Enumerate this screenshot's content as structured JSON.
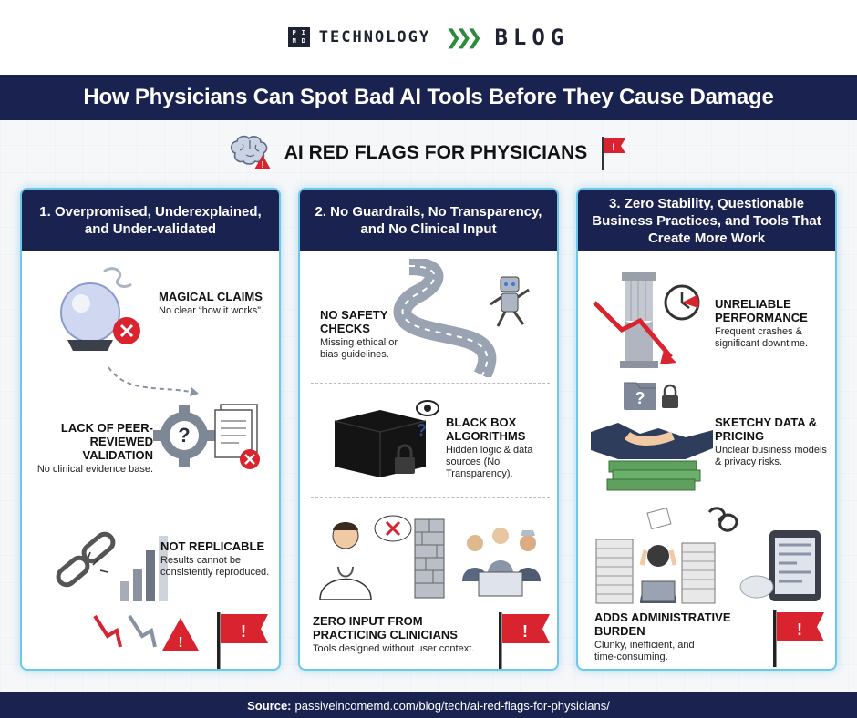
{
  "brand": {
    "logo_letters": [
      "P",
      "I",
      "M",
      "D"
    ],
    "technology": "TECHNOLOGY",
    "blog": "BLOG"
  },
  "title": "How Physicians Can Spot Bad AI Tools Before They Cause Damage",
  "subtitle": "AI RED FLAGS FOR PHYSICIANS",
  "colors": {
    "navy": "#1a2250",
    "accent_green": "#2e8b3e",
    "flag_red": "#d9232e",
    "panel_glow": "#6ec6ea"
  },
  "panels": [
    {
      "heading": "1. Overpromised, Underexplained, and Under-validated",
      "items": [
        {
          "title": "MAGICAL CLAIMS",
          "desc": "No clear “how it works”."
        },
        {
          "title": "LACK OF PEER-REVIEWED VALIDATION",
          "desc": "No clinical evidence base."
        },
        {
          "title": "NOT REPLICABLE",
          "desc": "Results cannot be consistently reproduced."
        }
      ]
    },
    {
      "heading": "2. No Guardrails, No Transparency, and No Clinical Input",
      "items": [
        {
          "title": "NO SAFETY CHECKS",
          "desc": "Missing ethical or bias guidelines."
        },
        {
          "title": "BLACK BOX ALGORITHMS",
          "desc": "Hidden logic & data sources (No Transparency)."
        },
        {
          "title": "ZERO INPUT FROM PRACTICING CLINICIANS",
          "desc": "Tools designed without user context."
        }
      ]
    },
    {
      "heading": "3. Zero Stability, Questionable Business Practices, and Tools That Create More Work",
      "items": [
        {
          "title": "UNRELIABLE PERFORMANCE",
          "desc": "Frequent crashes & significant downtime."
        },
        {
          "title": "SKETCHY DATA & PRICING",
          "desc": "Unclear business models & privacy risks."
        },
        {
          "title": "ADDS ADMINISTRATIVE BURDEN",
          "desc": "Clunky, inefficient, and time-consuming."
        }
      ]
    }
  ],
  "footer": {
    "label": "Source:",
    "url": "passiveincomemd.com/blog/tech/ai-red-flags-for-physicians/"
  }
}
